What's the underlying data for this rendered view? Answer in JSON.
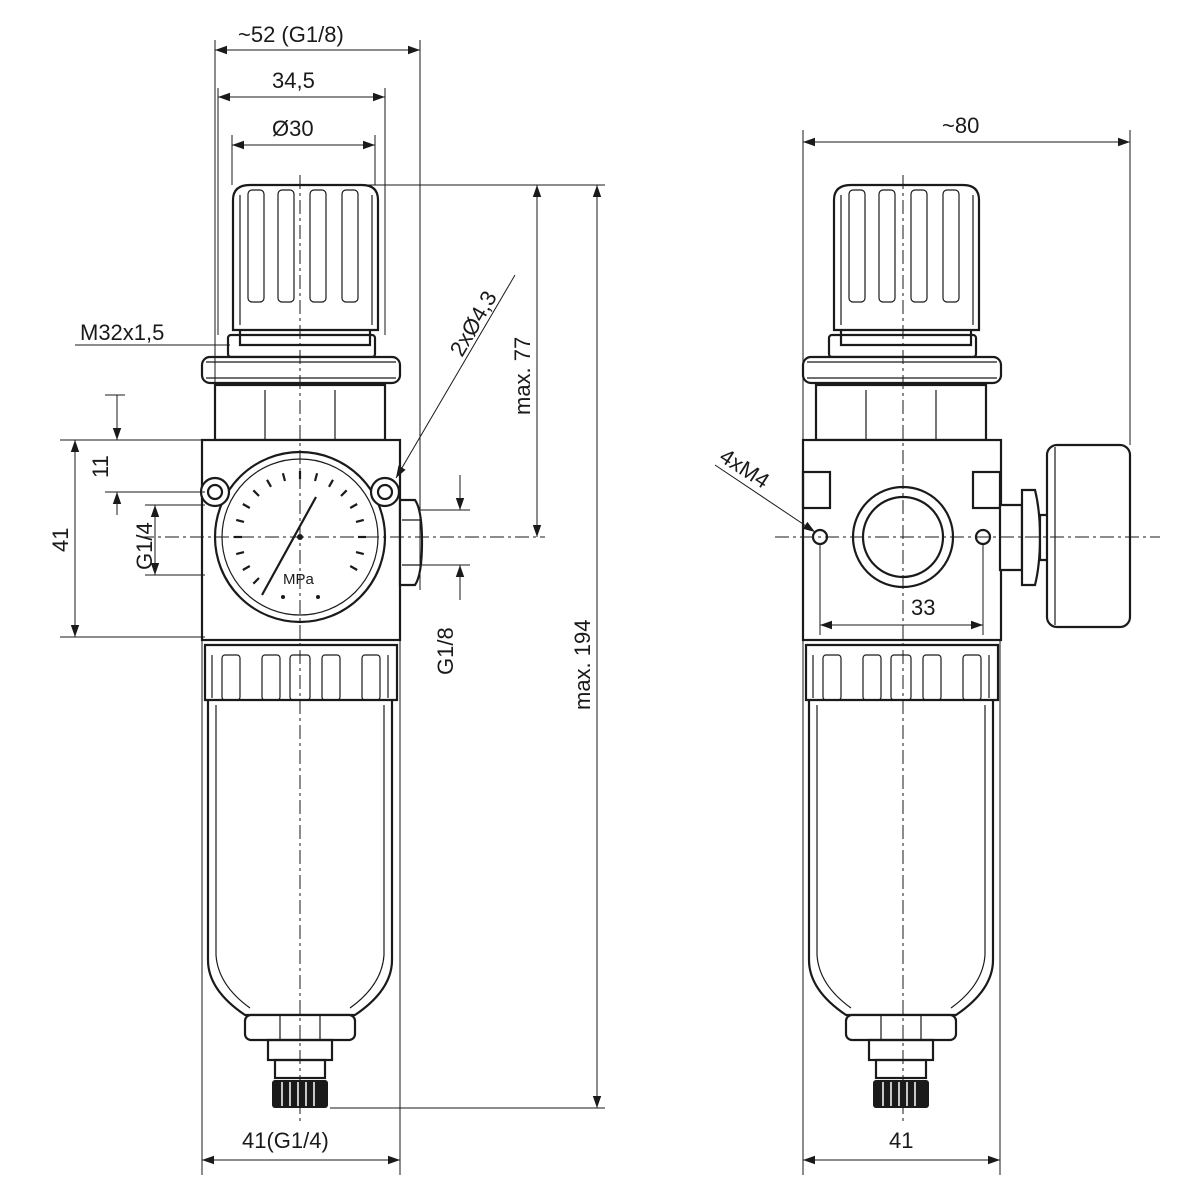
{
  "front_view": {
    "dim_width_overall": "~52 (G1/8)",
    "dim_width_nut": "34,5",
    "dim_knob_diameter": "Ø30",
    "dim_thread": "M32x1,5",
    "dim_holes": "2xØ4,3",
    "dim_height_upper": "max. 77",
    "dim_height_total": "max. 194",
    "dim_hole_offset": "11",
    "dim_body_height": "41",
    "dim_port_inlet": "G1/4",
    "dim_gauge_port": "G1/8",
    "dim_body_width": "41(G1/4)",
    "gauge_unit": "MPa"
  },
  "side_view": {
    "dim_depth_overall": "~80",
    "dim_threads": "4xM4",
    "dim_hole_spacing": "33",
    "dim_body_width": "41"
  }
}
